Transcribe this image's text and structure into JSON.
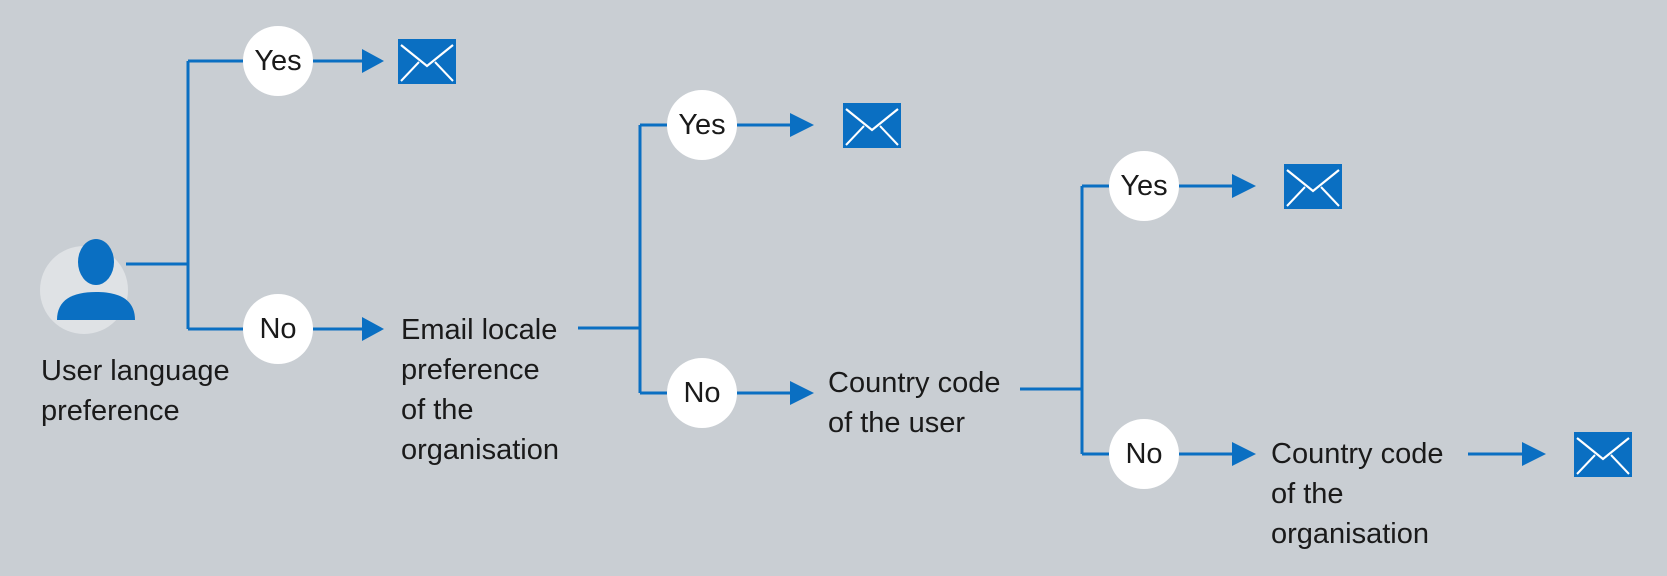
{
  "colors": {
    "background": "#c9ced3",
    "accent": "#0a6fc2",
    "node_fill": "#ffffff",
    "avatar_bg": "#dfe2e5",
    "text": "#1a1a1a"
  },
  "icons": {
    "user": "user-icon",
    "email": "envelope-icon"
  },
  "start": {
    "label_lines": [
      "User language",
      "preference"
    ]
  },
  "decision_1": {
    "yes_label": "Yes",
    "no_label": "No"
  },
  "step_2": {
    "label_lines": [
      "Email locale",
      "preference",
      "of the",
      "organisation"
    ]
  },
  "decision_2": {
    "yes_label": "Yes",
    "no_label": "No"
  },
  "step_3": {
    "label_lines": [
      "Country code",
      "of the user"
    ]
  },
  "decision_3": {
    "yes_label": "Yes",
    "no_label": "No"
  },
  "step_4": {
    "label_lines": [
      "Country code",
      "of the",
      "organisation"
    ]
  }
}
